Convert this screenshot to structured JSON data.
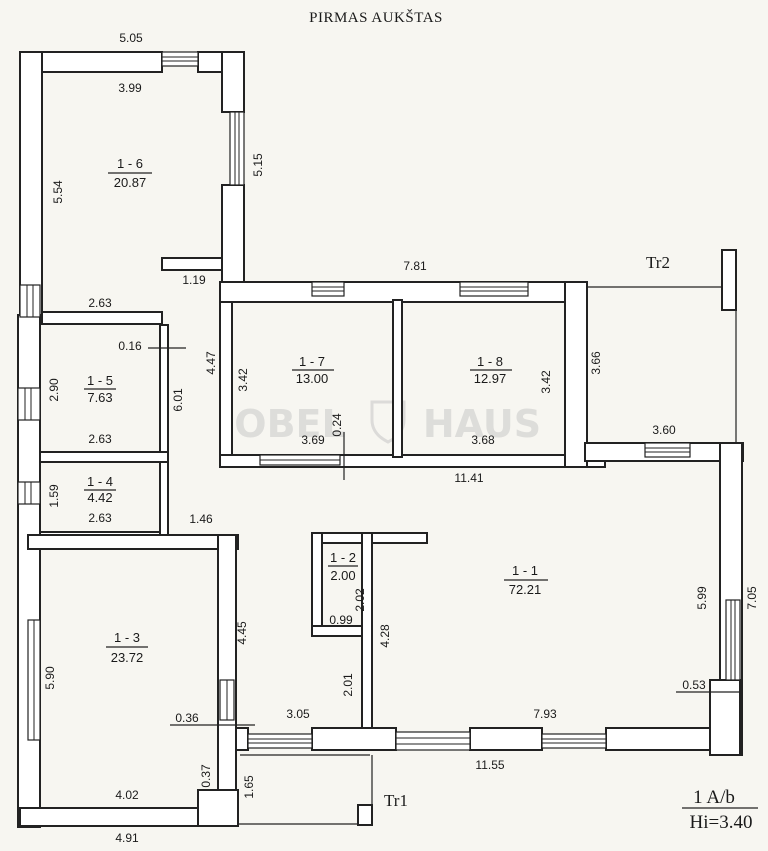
{
  "title": "PIRMAS AUKŠTAS",
  "watermark": {
    "left": "OBEL",
    "right": "HAUS"
  },
  "rooms": [
    {
      "id": "1 - 6",
      "area": "20.87"
    },
    {
      "id": "1 - 5",
      "area": "7.63"
    },
    {
      "id": "1 - 4",
      "area": "4.42"
    },
    {
      "id": "1 - 3",
      "area": "23.72"
    },
    {
      "id": "1 - 7",
      "area": "13.00"
    },
    {
      "id": "1 - 8",
      "area": "12.97"
    },
    {
      "id": "1 - 2",
      "area": "2.00"
    },
    {
      "id": "1 - 1",
      "area": "72.21"
    }
  ],
  "dimensions": {
    "top_width": "5.05",
    "r16_inner_w": "3.99",
    "r16_right": "5.15",
    "r16_left": "5.54",
    "r16_bottom": "2.63",
    "corr_top": "1.19",
    "top_mid": "7.81",
    "tr2_depth": "3.66",
    "r17_left": "3.42",
    "r18_right": "3.42",
    "r15_small": "0.16",
    "r15_left": "2.90",
    "r15_bottom": "2.63",
    "corr_mid": "4.47",
    "corr_left": "6.01",
    "wall_024": "0.24",
    "r17_bottom": "3.69",
    "r18_bottom": "3.68",
    "tr2_bottom": "3.60",
    "mid_width": "11.41",
    "r14_left": "1.59",
    "r14_bottom": "2.63",
    "hall_146": "1.46",
    "r12_wall": "2.02",
    "r12_bottom": "0.99",
    "r11_left": "4.28",
    "hall_445": "4.45",
    "r13_left": "5.90",
    "r11_right": "5.99",
    "right_total": "7.05",
    "r11_053": "0.53",
    "r13_036": "0.36",
    "hall_305": "3.05",
    "hall_201": "2.01",
    "r11_bottom": "7.93",
    "bottom_right": "11.55",
    "r13_037": "0.37",
    "r13_bottom": "4.02",
    "tr1_165": "1.65",
    "bottom_left": "4.91"
  },
  "labels": {
    "tr1": "Tr1",
    "tr2": "Tr2"
  },
  "scale": {
    "line1": "1 A/b",
    "line2": "Hi=3.40"
  }
}
